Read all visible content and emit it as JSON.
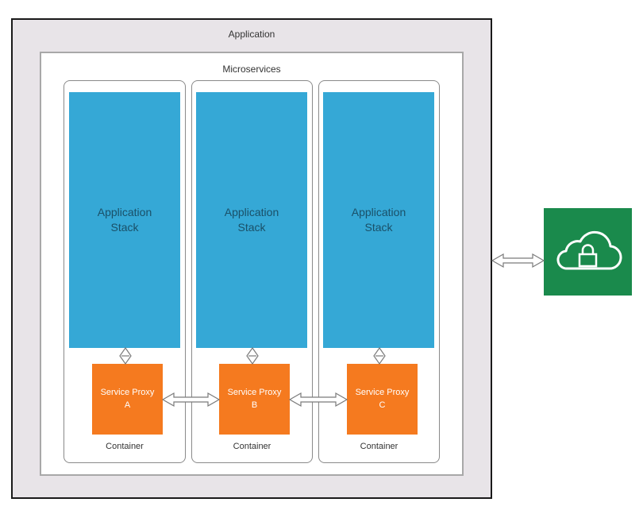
{
  "application": {
    "label": "Application"
  },
  "microservices": {
    "label": "Microservices"
  },
  "containers": [
    {
      "stack_line1": "Application",
      "stack_line2": "Stack",
      "proxy_line1": "Service Proxy",
      "proxy_line2": "A",
      "label": "Container"
    },
    {
      "stack_line1": "Application",
      "stack_line2": "Stack",
      "proxy_line1": "Service Proxy",
      "proxy_line2": "B",
      "label": "Container"
    },
    {
      "stack_line1": "Application",
      "stack_line2": "Stack",
      "proxy_line1": "Service Proxy",
      "proxy_line2": "C",
      "label": "Container"
    }
  ],
  "external": {
    "icon": "cloud-lock-icon"
  },
  "colors": {
    "stack": "#35a8d6",
    "proxy": "#f57a1f",
    "cloud_tile": "#1a8a4c",
    "app_bg": "#e8e4e8"
  }
}
